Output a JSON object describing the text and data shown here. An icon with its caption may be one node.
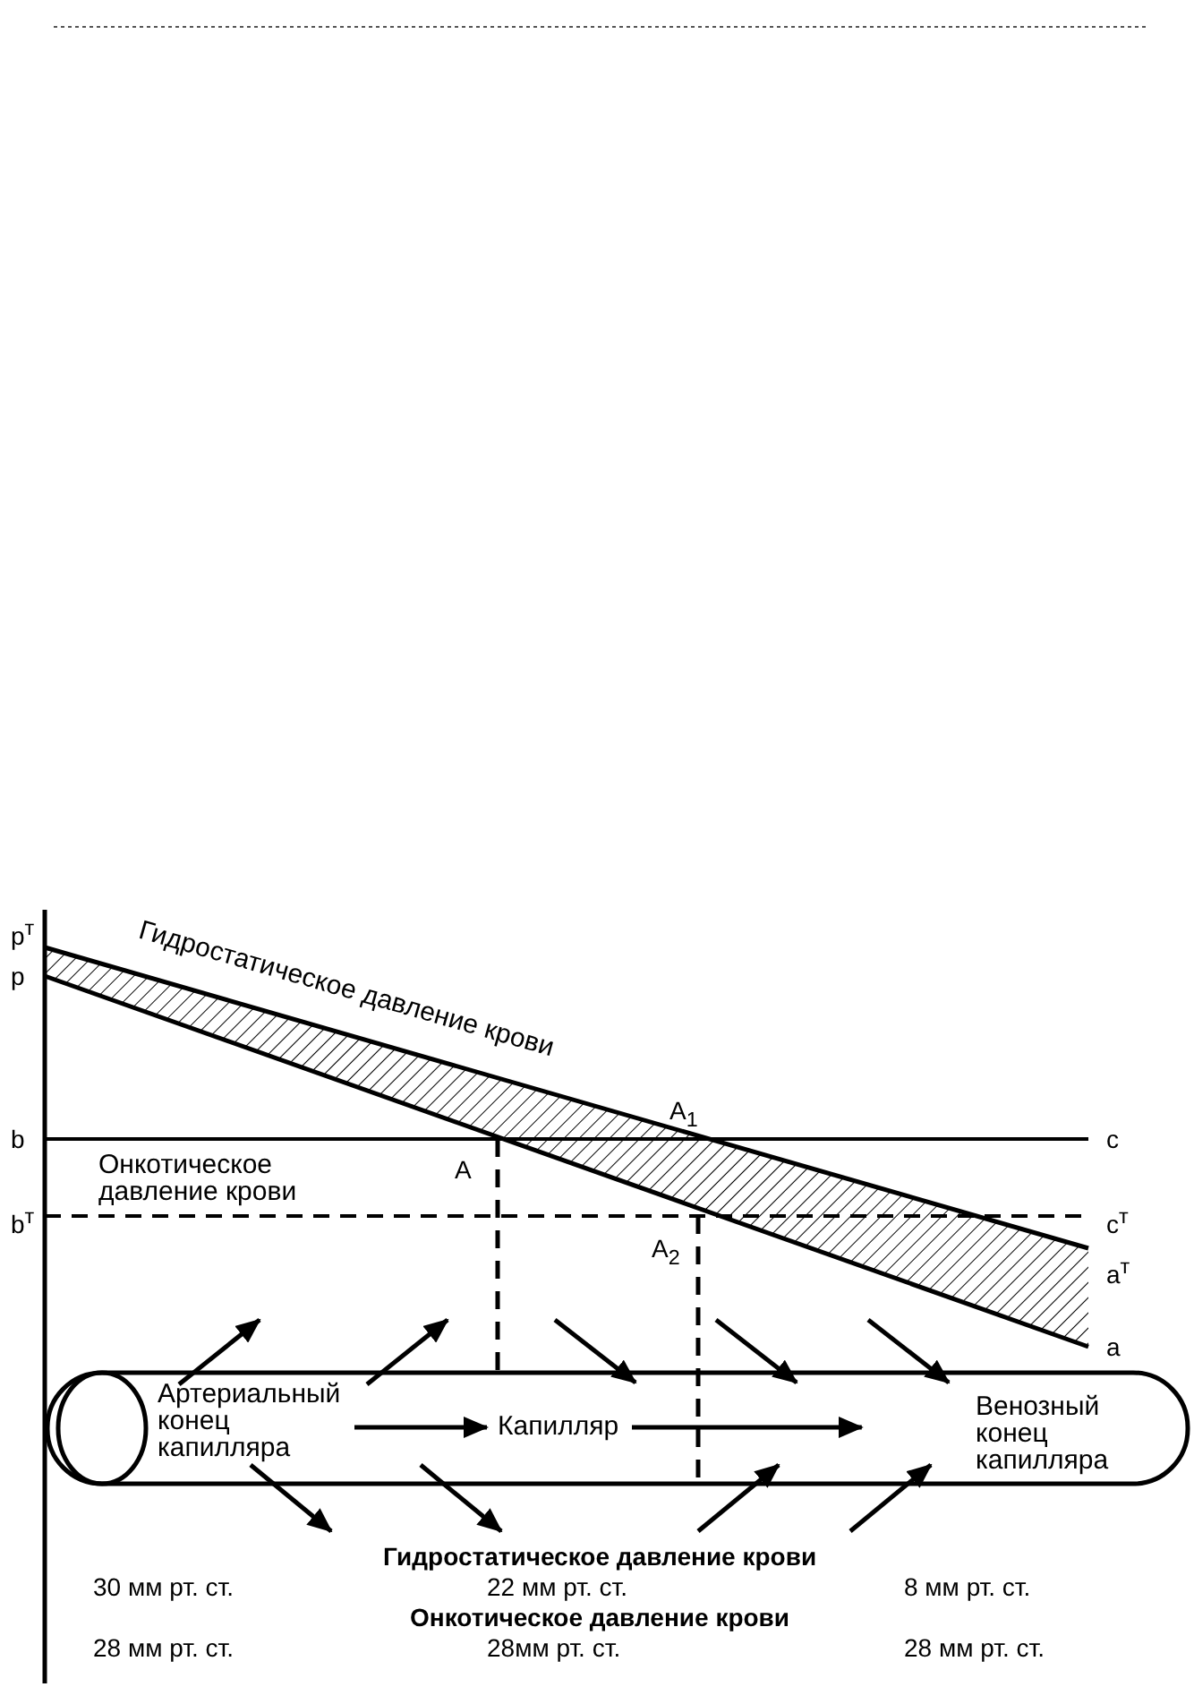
{
  "diagram": {
    "nodes": [
      {
        "text": [],
        "shape": "cylinder"
      },
      {
        "text": [
          "Артериальный конец капилляра"
        ],
        "in": 0
      },
      {
        "text": [
          "Капилляр"
        ],
        "in": 0
      },
      {
        "text": [
          "Венозный конец капилляра"
        ],
        "in": 0
      }
    ],
    "edges": [
      {
        "from": 1,
        "to": 2,
        "arrow": "to"
      },
      {
        "from": 2,
        "to": 3,
        "arrow": "to"
      }
    ],
    "labels": [
      "p$^{т}$",
      "p",
      "Гидростатическое давление крови",
      "A$_{1}$",
      "b",
      "c",
      "Онкотическое давление крови",
      "A",
      "b$^{т}$",
      "c$^{т}$",
      "A$_{2}$",
      "a$^{т}$",
      "a",
      "Гидростатическое давление крови",
      "30 мм рт. ст.",
      "22 мм рт. ст.",
      "8 мм рт. ст.",
      "Онкотическое давление крови",
      "28 мм рт. ст.",
      "28мм рт. ст.",
      "28 мм рт. ст."
    ]
  }
}
